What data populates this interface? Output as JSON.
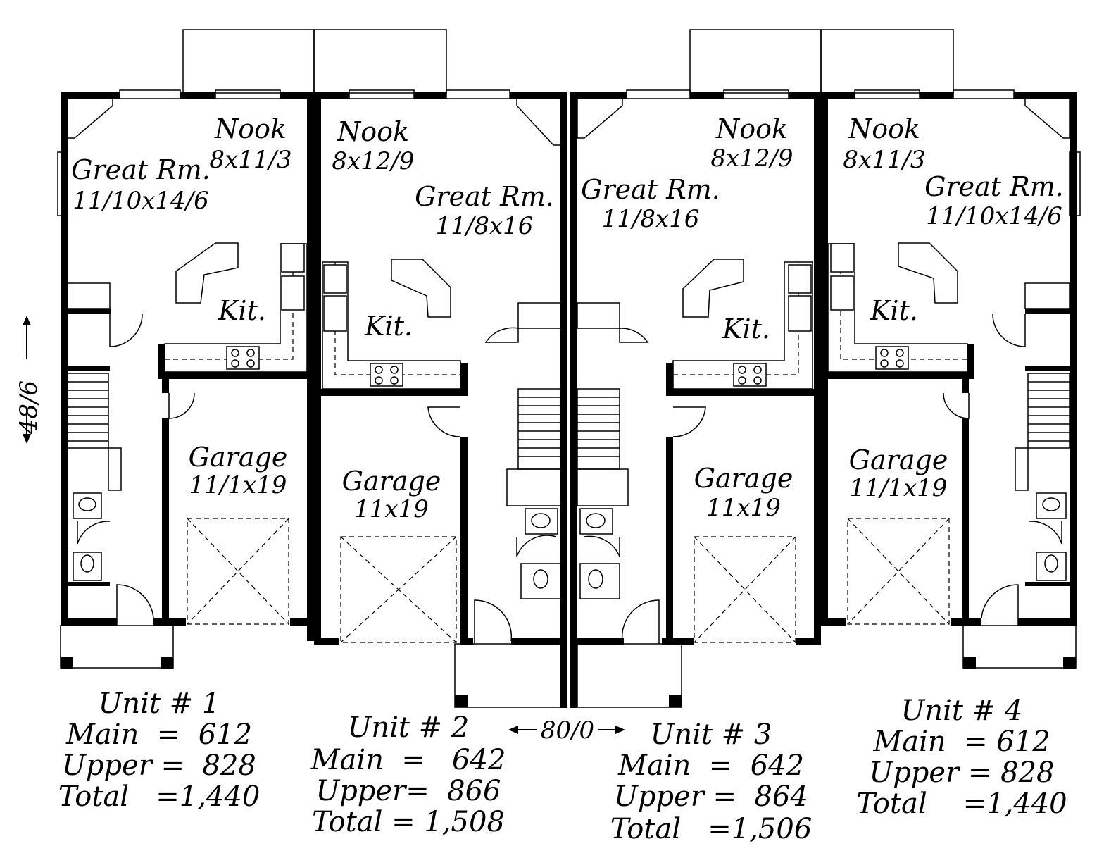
{
  "overall": {
    "depth": "48/6",
    "width": "80/0"
  },
  "units": [
    {
      "nook": "Nook",
      "nook_dim": "8x11/3",
      "great": "Great Rm.",
      "great_dim": "11/10x14/6",
      "kit": "Kit.",
      "garage": "Garage",
      "garage_dim": "11/1x19",
      "name": "Unit # 1",
      "main": "Main  =  612",
      "upper": "Upper =  828",
      "total": "Total   =1,440"
    },
    {
      "nook": "Nook",
      "nook_dim": "8x12/9",
      "great": "Great Rm.",
      "great_dim": "11/8x16",
      "kit": "Kit.",
      "garage": "Garage",
      "garage_dim": "11x19",
      "name": "Unit # 2",
      "main": "Main  =   642",
      "upper": "Upper=  866",
      "total": "Total = 1,508"
    },
    {
      "nook": "Nook",
      "nook_dim": "8x12/9",
      "great": "Great Rm.",
      "great_dim": "11/8x16",
      "kit": "Kit.",
      "garage": "Garage",
      "garage_dim": "11x19",
      "name": "Unit # 3",
      "main": "Main  =  642",
      "upper": "Upper =  864",
      "total": "Total   =1,506"
    },
    {
      "nook": "Nook",
      "nook_dim": "8x11/3",
      "great": "Great Rm.",
      "great_dim": "11/10x14/6",
      "kit": "Kit.",
      "garage": "Garage",
      "garage_dim": "11/1x19",
      "name": "Unit # 4",
      "main": "Main  = 612",
      "upper": "Upper = 828",
      "total": "Total    =1,440"
    }
  ]
}
